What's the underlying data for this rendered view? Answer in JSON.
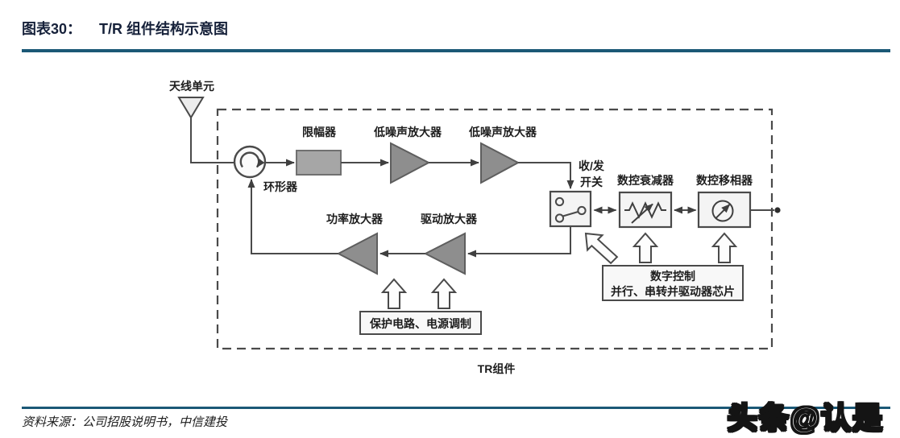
{
  "header": {
    "figure_label": "图表30：",
    "title": "T/R 组件结构示意图"
  },
  "diagram": {
    "antenna": "天线单元",
    "circulator": "环形器",
    "limiter": "限幅器",
    "lna1": "低噪声放大器",
    "lna2": "低噪声放大器",
    "tr_switch_line1": "收/发",
    "tr_switch_line2": "开关",
    "attenuator": "数控衰减器",
    "phase_shifter": "数控移相器",
    "power_amp": "功率放大器",
    "driver_amp": "驱动放大器",
    "protection": "保护电路、电源调制",
    "digital_control_line1": "数字控制",
    "digital_control_line2": "并行、串转并驱动器芯片",
    "module": "TR组件"
  },
  "footer": {
    "source": "资料来源：公司招股说明书，中信建投"
  },
  "watermark": "头条@认是",
  "colors": {
    "rule": "#1b5876",
    "title_text": "#16213a",
    "diagram_stroke": "#4a4a4a",
    "amp_fill": "#8e8e8e",
    "limiter_fill": "#a6a6a6",
    "box_fill": "#f4f4f4"
  }
}
